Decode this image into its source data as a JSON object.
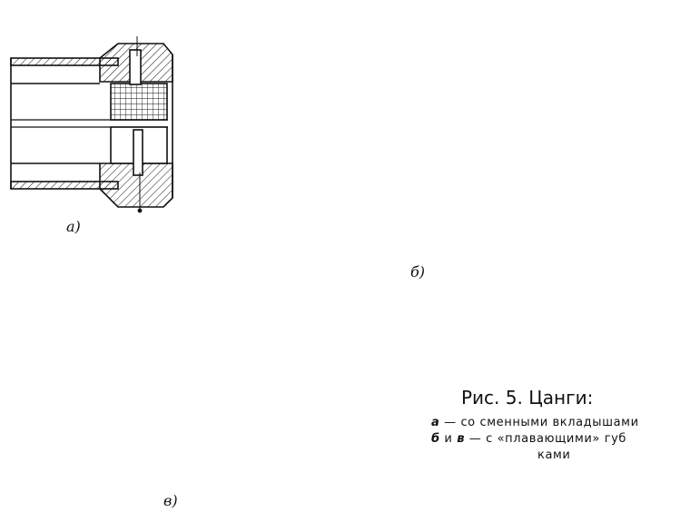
{
  "labels": {
    "a": "а)",
    "b": "б)",
    "v": "в)"
  },
  "caption": {
    "title": "Рис. 5. Цанги:",
    "line1_letter": "а",
    "line1_text": " — со сменными вкладышами",
    "line2_letter1": "б",
    "line2_mid": " и ",
    "line2_letter2": "в",
    "line2_text": " — с «плавающими» губ",
    "line3": "ками"
  },
  "colors": {
    "ink": "#111111",
    "paper": "#ffffff"
  }
}
